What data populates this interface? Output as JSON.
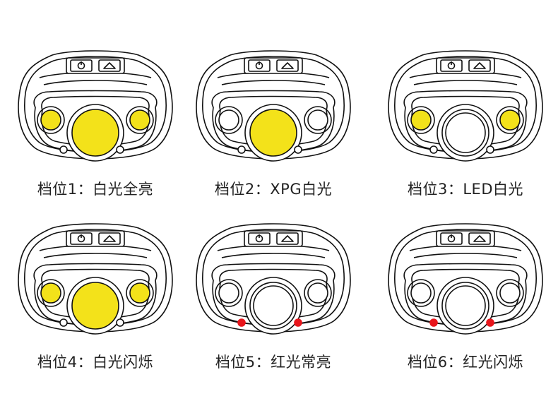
{
  "colors": {
    "white_led": "#f3e21a",
    "red_led": "#e8151b",
    "off": "#ffffff",
    "outline": "#111111"
  },
  "modes": [
    {
      "label": "档位1：白光全亮",
      "side_leds": "white",
      "main_led": "white",
      "red_leds": "off"
    },
    {
      "label": "档位2：XPG白光",
      "side_leds": "off",
      "main_led": "white",
      "red_leds": "off"
    },
    {
      "label": "档位3：LED白光",
      "side_leds": "white",
      "main_led": "off",
      "red_leds": "off"
    },
    {
      "label": "档位4：白光闪烁",
      "side_leds": "white",
      "main_led": "white",
      "red_leds": "off"
    },
    {
      "label": "档位5：红光常亮",
      "side_leds": "off",
      "main_led": "off",
      "red_leds": "on"
    },
    {
      "label": "档位6：红光闪烁",
      "side_leds": "off",
      "main_led": "off",
      "red_leds": "on"
    }
  ]
}
